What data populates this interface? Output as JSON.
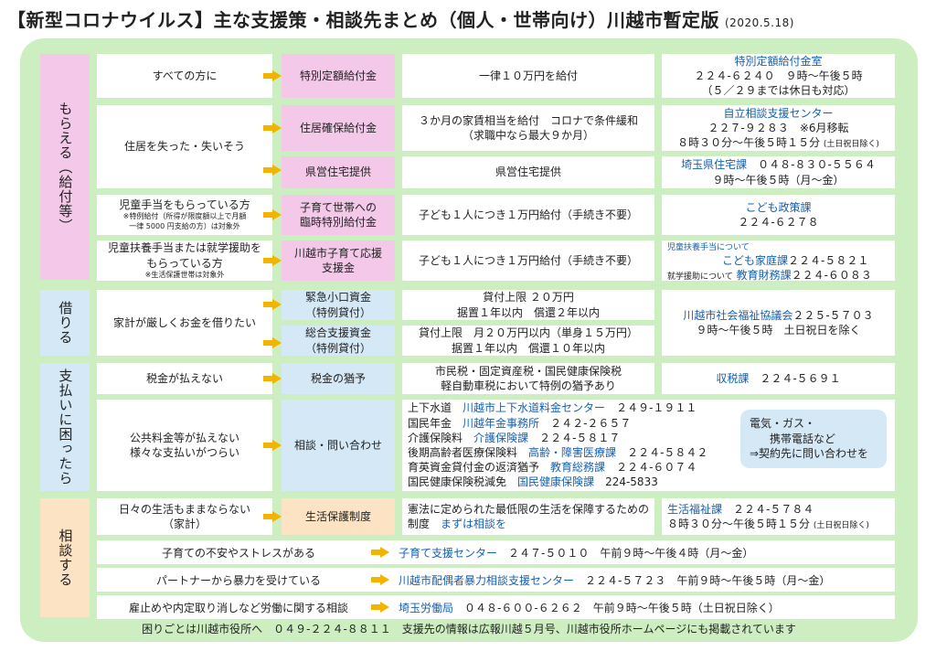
{
  "header": {
    "title": "【新型コロナウイルス】主な支援策・相談先まとめ（個人・世帯向け）川越市暫定版",
    "date": "(2020.5.18)"
  },
  "categories": {
    "morau": "もらえる（給付等）",
    "kariru": "借りる",
    "shiharai": "支払いに困ったら",
    "soudan": "相談する"
  },
  "rows": {
    "r1": {
      "who": "すべての方に",
      "program": "特別定額給付金",
      "detail": "一律１０万円を給付",
      "contact": {
        "name": "特別定額給付金室",
        "tel": "２２４-６２４０　９時～午後５時",
        "note": "（５／２９までは休日も対応）"
      }
    },
    "r2": {
      "who": "住居を失った・失いそう",
      "program": "住居確保給付金",
      "detail1": "３か月の家賃相当を給付　コロナで条件緩和",
      "detail2": "（求職中なら最大９か月）",
      "contact": {
        "name": "自立相談支援センター",
        "tel": "２２７-９２８３　※6月移転",
        "hours": "８時３０分～午後５時１５分",
        "hours_note": "(土日祝日除く)"
      }
    },
    "r3": {
      "program": "県営住宅提供",
      "detail": "県営住宅提供",
      "contact": {
        "name": "埼玉県住宅課",
        "tel": "０４８-８３０-５５６４",
        "hours": "９時～午後５時（月～金）"
      }
    },
    "r4": {
      "who": "児童手当をもらっている方",
      "who_note1": "※特例給付（所得が限度額以上で月額",
      "who_note2": "一律 5000 円支給の方）は対象外",
      "program1": "子育て世帯への",
      "program2": "臨時特別給付金",
      "detail": "子ども１人につき１万円給付（手続き不要）",
      "contact": {
        "name": "こども政策課",
        "tel": "２２４-６２７８"
      }
    },
    "r5": {
      "who1": "児童扶養手当または就学援助を",
      "who2": "もらっている方",
      "who_note": "※生活保護世帯は対象外",
      "program1": "川越市子育て応援",
      "program2": "支援金",
      "detail": "子ども１人につき１万円給付（手続き不要）",
      "contact": {
        "label1": "児童扶養手当について",
        "name1": "こども家庭課",
        "tel1": "２２４-５８２１",
        "label2": "就学援助について",
        "name2": "教育財務課",
        "tel2": "２２４-６０８３"
      }
    },
    "r6": {
      "who": "家計が厳しくお金を借りたい",
      "program1a": "緊急小口資金",
      "program1b": "（特例貸付）",
      "detail1a": "貸付上限 ２０万円",
      "detail1b": "据置１年以内　償還２年以内",
      "program2a": "総合支援資金",
      "program2b": "（特例貸付）",
      "detail2a": "貸付上限　月２０万円以内（単身１５万円）",
      "detail2b": "据置１年以内　償還１０年以内",
      "contact": {
        "name": "川越市社会福祉協議会",
        "tel": "２２５-５７０３",
        "hours": "９時～午後５時　土日祝日を除く"
      }
    },
    "r7": {
      "who": "税金が払えない",
      "program": "税金の猶予",
      "detail1": "市民税・固定資産税・国民健康保険税",
      "detail2": "軽自動車税において特例の猶予あり",
      "contact": {
        "name": "収税課",
        "tel": "２２４-５６９１"
      }
    },
    "r8": {
      "who1": "公共料金等が払えない",
      "who2": "様々な支払いがつらい",
      "program": "相談・問い合わせ",
      "lines": [
        {
          "item": "上下水道",
          "office": "川越市上下水道料金センター",
          "tel": "２４９-１９１１"
        },
        {
          "item": "国民年金",
          "office": "川越年金事務所",
          "tel": "２４２-２６５７"
        },
        {
          "item": "介護保険料",
          "office": "介護保険課",
          "tel": "２２４-５８１７"
        },
        {
          "item": "後期高齢者医療保険料",
          "office": "高齢・障害医療課",
          "tel": "２２４-５８４２"
        },
        {
          "item": "育英資金貸付金の返済猶予",
          "office": "教育総務課",
          "tel": "２２４-６０７４"
        },
        {
          "item": "国民健康保険税減免",
          "office": "国民健康保険課",
          "tel": "224-5833"
        }
      ],
      "callout1": "電気・ガス・",
      "callout2": "携帯電話など",
      "callout3": "⇒契約先に問い合わせを"
    },
    "r9": {
      "who1": "日々の生活もままならない",
      "who2": "（家計）",
      "program": "生活保護制度",
      "detail1": "憲法に定められた最低限の生活を保障するための制度",
      "detail2": "まずは相談を",
      "contact": {
        "name": "生活福祉課",
        "tel": "２２４-５７８４",
        "hours": "８時３０分～午後５時１５分",
        "hours_note": "(土日祝日除く)"
      }
    },
    "r10": {
      "who": "子育ての不安やストレスがある",
      "name": "子育て支援センター",
      "tel": "２４７-５０１０",
      "hours": "午前９時～午後４時（月～金）"
    },
    "r11": {
      "who": "パートナーから暴力を受けている",
      "name": "川越市配偶者暴力相談支援センター",
      "tel": "２２４-５７２３",
      "hours": "午前９時～午後５時（月～金）"
    },
    "r12": {
      "who": "雇止めや内定取り消しなど労働に関する相談",
      "name": "埼玉労働局",
      "tel": "０４８-６００-６２６２",
      "hours": "午前９時～午後５時（土日祝日除く）"
    }
  },
  "footer": {
    "text": "困りごとは川越市役所へ　０４９-２２４-８８１１　支援先の情報は広報川越５月号、川越市役所ホームページにも掲載されています"
  },
  "colors": {
    "panel": "#cdeec0",
    "pink": "#f3c8e8",
    "blue": "#d5e8f6",
    "orange": "#fbe3c4",
    "arrow": "#f2b400",
    "link": "#1560b0"
  }
}
